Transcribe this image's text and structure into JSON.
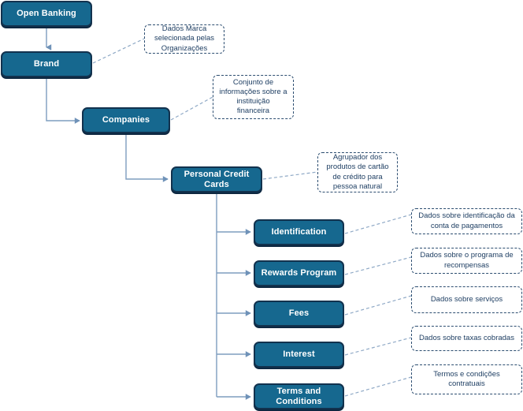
{
  "diagram": {
    "title": "Open Banking - Personal Credit Cards data hierarchy",
    "type": "tree-diagram",
    "colors": {
      "node_fill": "#16688f",
      "node_border": "#12324e",
      "node_shadow": "#0d2740",
      "node_text": "#ffffff",
      "note_border": "#2c4d70",
      "note_text": "#1f3f63",
      "connector": "#7e9dbf",
      "background": "#ffffff"
    },
    "nodes": [
      {
        "id": "open-banking",
        "label": "Open Banking",
        "level": 0
      },
      {
        "id": "brand",
        "label": "Brand",
        "level": 1
      },
      {
        "id": "companies",
        "label": "Companies",
        "level": 2
      },
      {
        "id": "personal-credit-cards",
        "label": "Personal Credit Cards",
        "level": 3
      },
      {
        "id": "identification",
        "label": "Identification",
        "level": 4
      },
      {
        "id": "rewards-program",
        "label": "Rewards Program",
        "level": 4
      },
      {
        "id": "fees",
        "label": "Fees",
        "level": 4
      },
      {
        "id": "interest",
        "label": "Interest",
        "level": 4
      },
      {
        "id": "terms-and-conditions",
        "label": "Terms and Conditions",
        "level": 4
      }
    ],
    "notes": [
      {
        "id": "note-brand",
        "text": "Dados Marca\nselecionada pelas\nOrganizações",
        "attached_to": "brand"
      },
      {
        "id": "note-companies",
        "text": "Conjunto de\ninformações sobre a\ninstituição\nfinanceira",
        "attached_to": "companies"
      },
      {
        "id": "note-personal-cards",
        "text": "Agrupador dos\nprodutos de cartão\nde crédito para\npessoa natural",
        "attached_to": "personal-credit-cards"
      },
      {
        "id": "note-identification",
        "text": "Dados sobre identificação da\nconta de pagamentos",
        "attached_to": "identification"
      },
      {
        "id": "note-rewards",
        "text": "Dados sobre o programa de\nrecompensas",
        "attached_to": "rewards-program"
      },
      {
        "id": "note-fees",
        "text": "Dados sobre serviços",
        "attached_to": "fees"
      },
      {
        "id": "note-interest",
        "text": "Dados sobre taxas cobradas",
        "attached_to": "interest"
      },
      {
        "id": "note-terms",
        "text": "Termos e condições\ncontratuais",
        "attached_to": "terms-and-conditions"
      }
    ],
    "edges": [
      {
        "from": "open-banking",
        "to": "brand",
        "style": "solid-arrow"
      },
      {
        "from": "brand",
        "to": "companies",
        "style": "solid-arrow"
      },
      {
        "from": "companies",
        "to": "personal-credit-cards",
        "style": "solid-arrow"
      },
      {
        "from": "personal-credit-cards",
        "to": "identification",
        "style": "solid-arrow"
      },
      {
        "from": "personal-credit-cards",
        "to": "rewards-program",
        "style": "solid-arrow"
      },
      {
        "from": "personal-credit-cards",
        "to": "fees",
        "style": "solid-arrow"
      },
      {
        "from": "personal-credit-cards",
        "to": "interest",
        "style": "solid-arrow"
      },
      {
        "from": "personal-credit-cards",
        "to": "terms-and-conditions",
        "style": "solid-arrow"
      },
      {
        "from": "brand",
        "to": "note-brand",
        "style": "dashed"
      },
      {
        "from": "companies",
        "to": "note-companies",
        "style": "dashed"
      },
      {
        "from": "personal-credit-cards",
        "to": "note-personal-cards",
        "style": "dashed"
      },
      {
        "from": "identification",
        "to": "note-identification",
        "style": "dashed"
      },
      {
        "from": "rewards-program",
        "to": "note-rewards",
        "style": "dashed"
      },
      {
        "from": "fees",
        "to": "note-fees",
        "style": "dashed"
      },
      {
        "from": "interest",
        "to": "note-interest",
        "style": "dashed"
      },
      {
        "from": "terms-and-conditions",
        "to": "note-terms",
        "style": "dashed"
      }
    ]
  }
}
